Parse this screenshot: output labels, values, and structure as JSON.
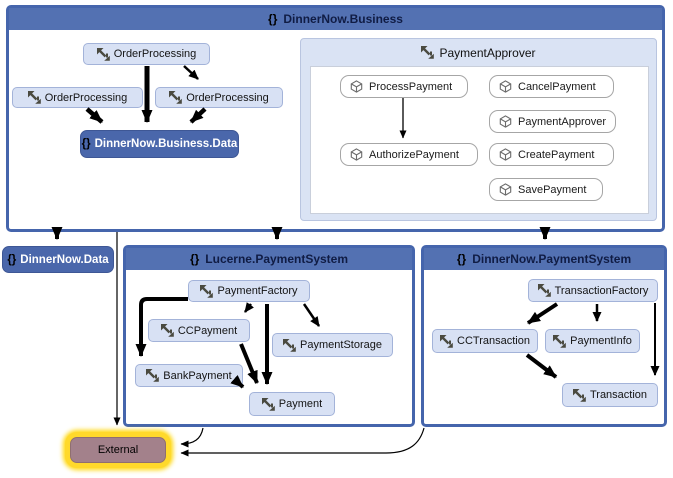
{
  "icons": {
    "namespace_glyph": "{}"
  },
  "colors": {
    "container_header": "#5371B2",
    "container_border": "#4565AC",
    "node_blue_fill": "#D8E1F4",
    "node_blue_border": "#A3B3D9",
    "dark_node_fill": "#4A67AB",
    "group_fill": "#DAE3F4",
    "member_border": "#A6A6A6",
    "external_glow": "#FFD92B",
    "external_fill": "#A3818B",
    "arrow_color": "#000000"
  },
  "business": {
    "title": "DinnerNow.Business",
    "order_processing_top": "OrderProcessing",
    "order_processing_left": "OrderProcessing",
    "order_processing_right": "OrderProcessing",
    "business_data": "DinnerNow.Business.Data",
    "payment_approver": {
      "title": "PaymentApprover",
      "members": [
        "ProcessPayment",
        "CancelPayment",
        "PaymentApprover",
        "AuthorizePayment",
        "CreatePayment",
        "SavePayment"
      ]
    }
  },
  "dinnernow_data": {
    "title": "DinnerNow.Data"
  },
  "lucerne": {
    "title": "Lucerne.PaymentSystem",
    "nodes": [
      "PaymentFactory",
      "CCPayment",
      "PaymentStorage",
      "BankPayment",
      "Payment"
    ]
  },
  "dinnernow_payment": {
    "title": "DinnerNow.PaymentSystem",
    "nodes": [
      "TransactionFactory",
      "CCTransaction",
      "PaymentInfo",
      "Transaction"
    ]
  },
  "external": {
    "label": "External"
  }
}
